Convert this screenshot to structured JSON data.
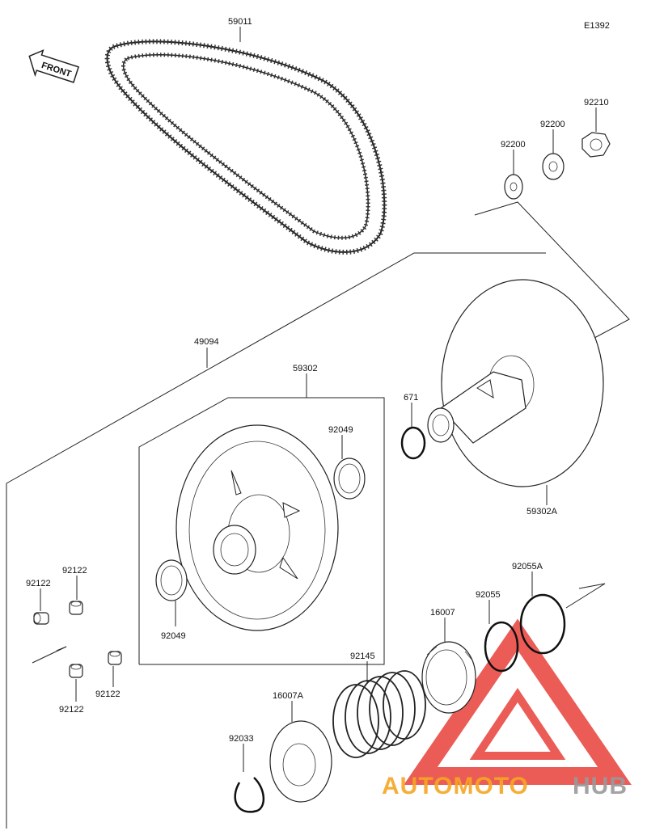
{
  "diagram": {
    "code": "E1392",
    "front_label": "FRONT",
    "labels": {
      "belt": "59011",
      "nut": "92210",
      "washer_outer": "92200",
      "washer_inner": "92200",
      "assembly": "49094",
      "sheave_movable": "59302",
      "sheave_fixed": "59302A",
      "oring_small": "671",
      "bushing_upper": "92049",
      "bushing_lower": "92049",
      "oring_a": "92055A",
      "oring": "92055",
      "cam": "16007",
      "spring": "92145",
      "cam_a": "16007A",
      "circlip": "92033",
      "roller_tl": "92122",
      "roller_tr": "92122",
      "roller_bl": "92122",
      "roller_br": "92122"
    }
  },
  "watermark": {
    "text_part1": "AUTOMOTO",
    "text_part2": "HUB",
    "color_red": "#e8403a",
    "color_orange": "#f5a623",
    "color_gray": "#9a9a9a"
  }
}
